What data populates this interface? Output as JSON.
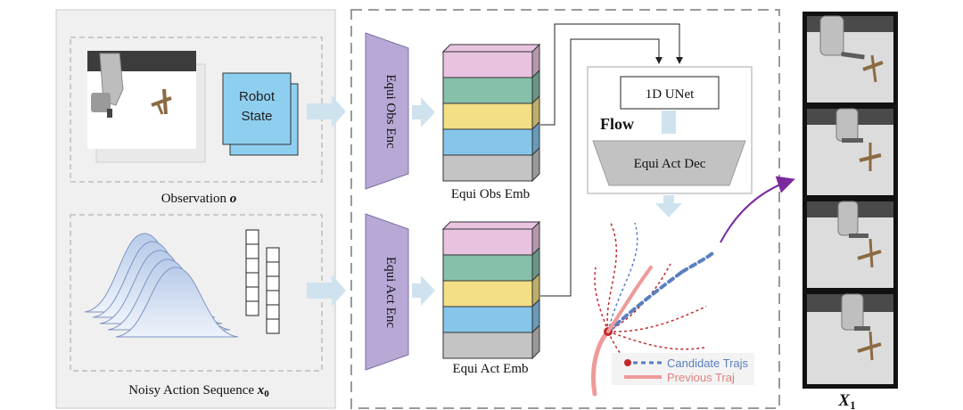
{
  "observation": {
    "robot_state_line1": "Robot",
    "robot_state_line2": "State",
    "label_text": "Observation ",
    "label_symbol": "o"
  },
  "noisy_action": {
    "label_text": "Noisy Action Sequence ",
    "label_symbol": "x",
    "label_subscript": "0"
  },
  "encoders": {
    "obs_enc": "Equi Obs Enc",
    "act_enc": "Equi Act Enc"
  },
  "embeddings": {
    "obs_emb": "Equi Obs Emb",
    "act_emb": "Equi Act Emb",
    "stack_colors": [
      "#e8c3e0",
      "#86bfaa",
      "#f2df86",
      "#86c6ea",
      "#c4c4c4"
    ]
  },
  "flow": {
    "unet": "1D UNet",
    "title": "Flow",
    "decoder": "Equi Act Dec"
  },
  "legend": {
    "candidate": "Candidate Trajs",
    "previous": "Previous Traj"
  },
  "output": {
    "label_symbol": "X",
    "label_subscript": "1"
  },
  "colors": {
    "encoder_fill": "#b7a8d6",
    "robot_state_fill": "#8ecff0",
    "arrow_fill": "#cfe3ef",
    "candidate_traj": "#5a7fc0",
    "trajectory_red": "#c0282e",
    "previous_traj": "#ef9a9a",
    "curve_arrow": "#7b2a9e",
    "gaussian_fill": "#d5e3f5"
  }
}
